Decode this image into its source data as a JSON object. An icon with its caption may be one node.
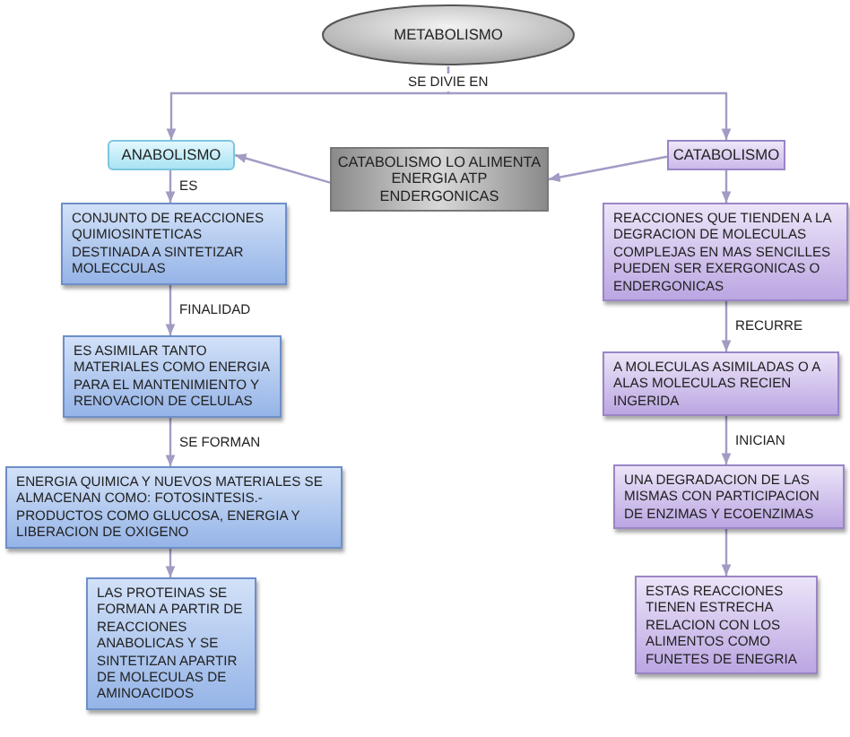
{
  "diagram": {
    "nodes": [
      {
        "text": [
          "METABOLISMO"
        ]
      },
      {
        "text": [
          "ANABOLISMO"
        ]
      },
      {
        "text": [
          "CATABOLISMO LO ALIMENTA ENERGIA ATP ENDERGONICAS"
        ]
      },
      {
        "text": [
          "CATABOLISMO"
        ]
      },
      {
        "text": [
          "CONJUNTO DE REACCIONES QUIMIOSINTETICAS DESTINADA A SINTETIZAR MOLECCULAS"
        ]
      },
      {
        "text": [
          "REACCIONES QUE TIENDEN A LA DEGRACION DE MOLECULAS COMPLEJAS EN MAS SENCILLES PUEDEN SER EXERGONICAS O ENDERGONICAS"
        ]
      },
      {
        "text": [
          "ES ASIMILAR TANTO MATERIALES COMO ENERGIA PARA EL MANTENIMIENTO Y RENOVACION DE CELULAS"
        ]
      },
      {
        "text": [
          "A MOLECULAS ASIMILADAS O A ALAS MOLECULAS RECIEN INGERIDA"
        ]
      },
      {
        "text": [
          "ENERGIA QUIMICA Y NUEVOS MATERIALES SE ALMACENAN COMO: FOTOSINTESIS.- PRODUCTOS COMO GLUCOSA, ENERGIA Y LIBERACION DE OXIGENO"
        ]
      },
      {
        "text": [
          "UNA DEGRADACION DE LAS MISMAS CON PARTICIPACION DE ENZIMAS Y ECOENZIMAS"
        ]
      },
      {
        "text": [
          "LAS PROTEINAS SE FORMAN A PARTIR DE REACCIONES ANABOLICAS Y SE SINTETIZAN APARTIR DE MOLECULAS DE AMINOACIDOS"
        ]
      },
      {
        "text": [
          "ESTAS REACCIONES TIENEN ESTRECHA RELACION CON LOS ALIMENTOS COMO FUNETES DE ENEGRIA"
        ]
      }
    ],
    "edges": [
      {
        "from": 0,
        "to": 1,
        "arrow": "to",
        "label": "SE DIVIE EN"
      },
      {
        "from": 0,
        "to": 3,
        "arrow": "to"
      },
      {
        "from": 2,
        "to": 1,
        "arrow": "to"
      },
      {
        "from": 3,
        "to": 2,
        "arrow": "to"
      },
      {
        "from": 1,
        "to": 4,
        "arrow": "to",
        "label": "ES"
      },
      {
        "from": 4,
        "to": 6,
        "arrow": "to",
        "label": "FINALIDAD"
      },
      {
        "from": 6,
        "to": 8,
        "arrow": "to",
        "label": "SE FORMAN"
      },
      {
        "from": 8,
        "to": 10,
        "arrow": "to"
      },
      {
        "from": 3,
        "to": 5,
        "arrow": "to"
      },
      {
        "from": 5,
        "to": 7,
        "arrow": "to",
        "label": "RECURRE"
      },
      {
        "from": 7,
        "to": 9,
        "arrow": "to",
        "label": "INICIAN"
      },
      {
        "from": 9,
        "to": 11,
        "arrow": "to"
      }
    ]
  }
}
